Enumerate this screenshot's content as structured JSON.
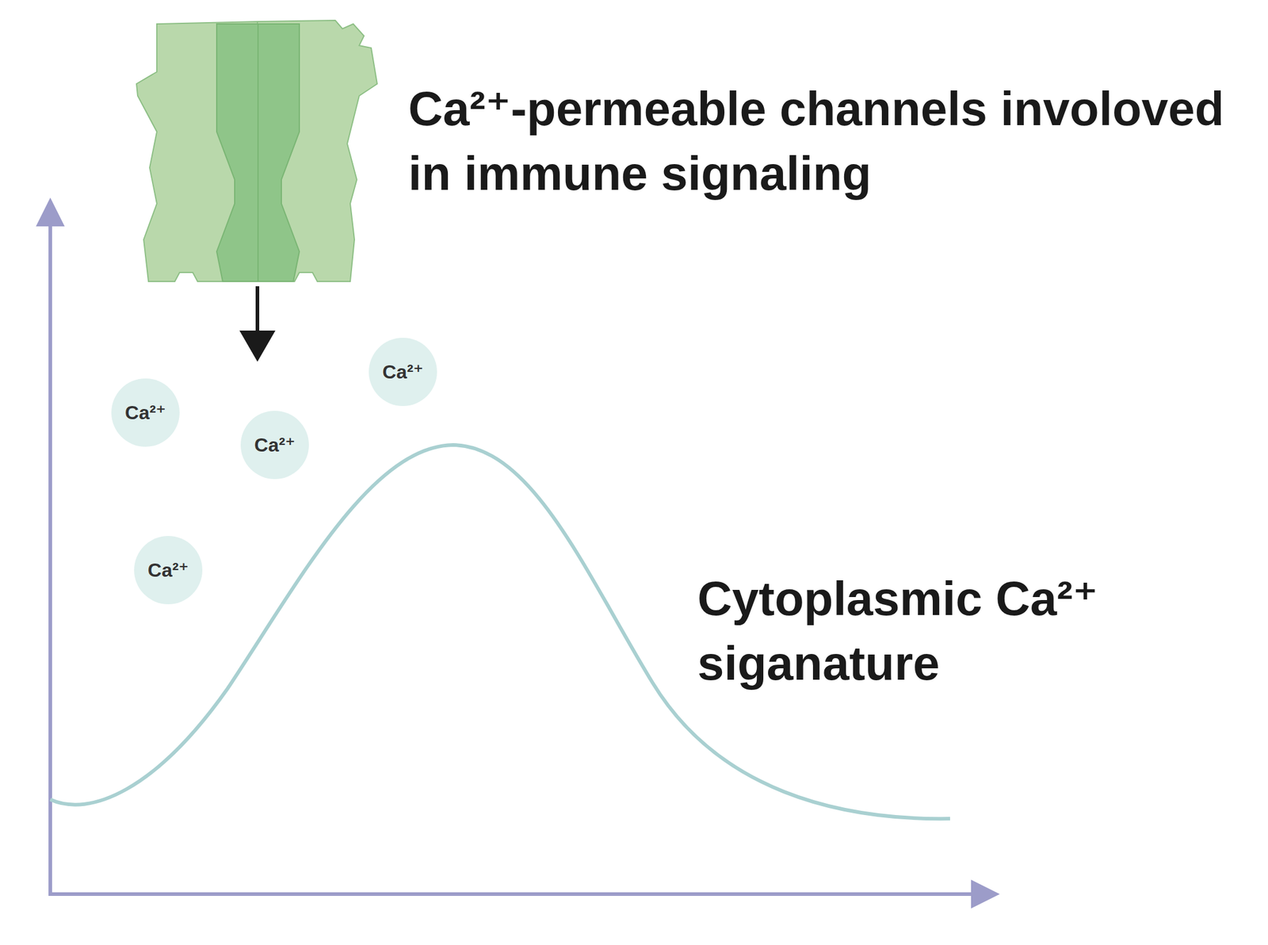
{
  "diagram": {
    "nodes": [
      {
        "text": [
          "Ca²⁺"
        ]
      },
      {
        "text": [
          "Ca²⁺"
        ]
      },
      {
        "text": [
          "Ca²⁺"
        ]
      },
      {
        "text": [
          "Ca²⁺"
        ]
      }
    ],
    "labels": [
      "Ca²⁺-permeable channels involoved in immune signaling",
      "Cytoplasmic Ca²⁺ siganature"
    ]
  }
}
